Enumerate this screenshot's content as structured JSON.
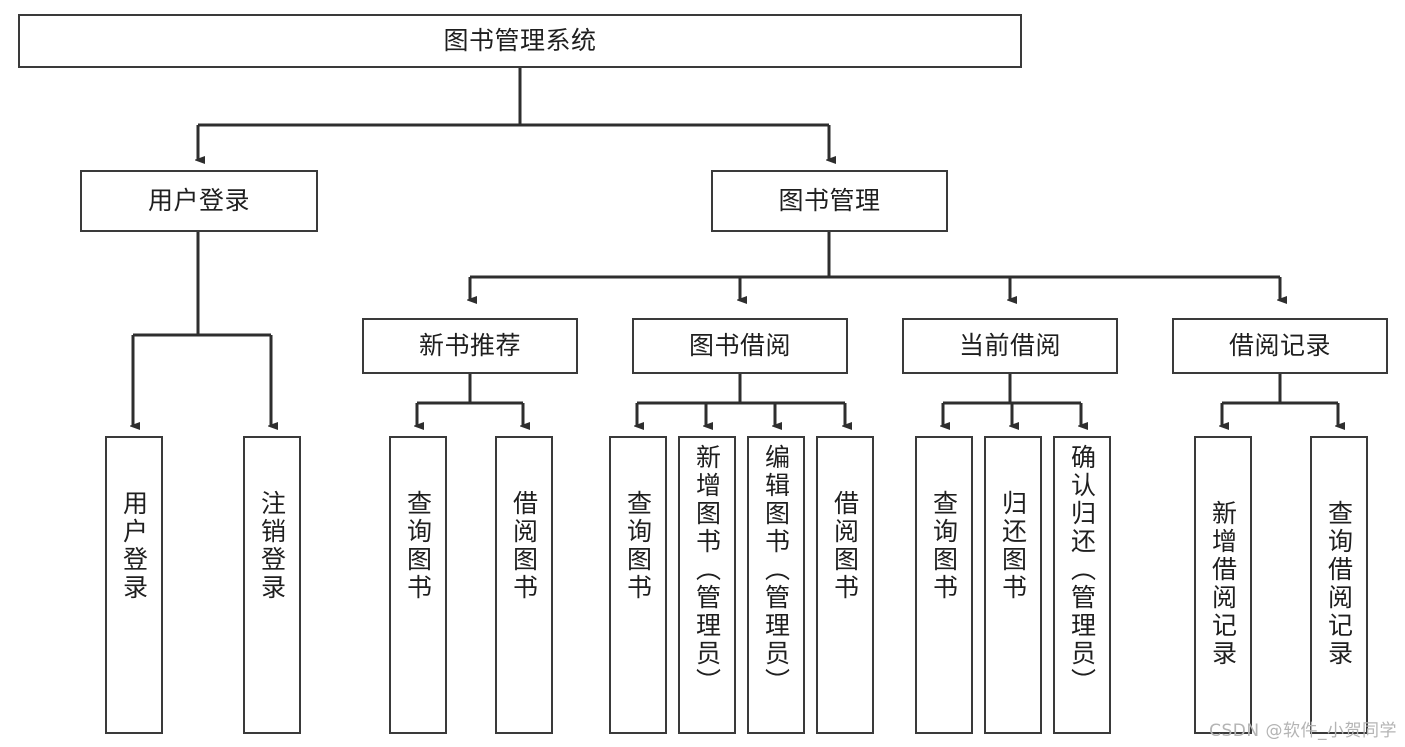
{
  "diagram": {
    "title": "图书管理系统",
    "type": "tree-hierarchy",
    "root": {
      "id": "root",
      "label": "图书管理系统"
    },
    "level2": [
      {
        "id": "user-login",
        "label": "用户登录"
      },
      {
        "id": "book-management",
        "label": "图书管理"
      }
    ],
    "level3": [
      {
        "id": "new-book-recommend",
        "label": "新书推荐",
        "parent": "book-management"
      },
      {
        "id": "book-borrow",
        "label": "图书借阅",
        "parent": "book-management"
      },
      {
        "id": "current-borrow",
        "label": "当前借阅",
        "parent": "book-management"
      },
      {
        "id": "borrow-record",
        "label": "借阅记录",
        "parent": "book-management"
      }
    ],
    "leaves": [
      {
        "id": "leaf-user-login",
        "label": "用户登录",
        "parent": "user-login"
      },
      {
        "id": "leaf-logout-login",
        "label": "注销登录",
        "parent": "user-login"
      },
      {
        "id": "leaf-query-book-1",
        "label": "查询图书",
        "parent": "new-book-recommend"
      },
      {
        "id": "leaf-borrow-book-1",
        "label": "借阅图书",
        "parent": "new-book-recommend"
      },
      {
        "id": "leaf-query-book-2",
        "label": "查询图书",
        "parent": "book-borrow"
      },
      {
        "id": "leaf-add-book",
        "label": "新增图书（管理员）",
        "parent": "book-borrow"
      },
      {
        "id": "leaf-edit-book",
        "label": "编辑图书（管理员）",
        "parent": "book-borrow"
      },
      {
        "id": "leaf-borrow-book-2",
        "label": "借阅图书",
        "parent": "book-borrow"
      },
      {
        "id": "leaf-query-book-3",
        "label": "查询图书",
        "parent": "current-borrow"
      },
      {
        "id": "leaf-return-book",
        "label": "归还图书",
        "parent": "current-borrow"
      },
      {
        "id": "leaf-confirm-return",
        "label": "确认归还（管理员）",
        "parent": "current-borrow"
      },
      {
        "id": "leaf-add-record",
        "label": "新增借阅记录",
        "parent": "borrow-record"
      },
      {
        "id": "leaf-query-record",
        "label": "查询借阅记录",
        "parent": "borrow-record"
      }
    ]
  },
  "watermark": {
    "text": "CSDN @软件_小贺同学"
  },
  "colors": {
    "border": "#3a3a3a",
    "background": "#ffffff",
    "text": "#1f1f1f",
    "watermark": "#b4b4b4"
  }
}
